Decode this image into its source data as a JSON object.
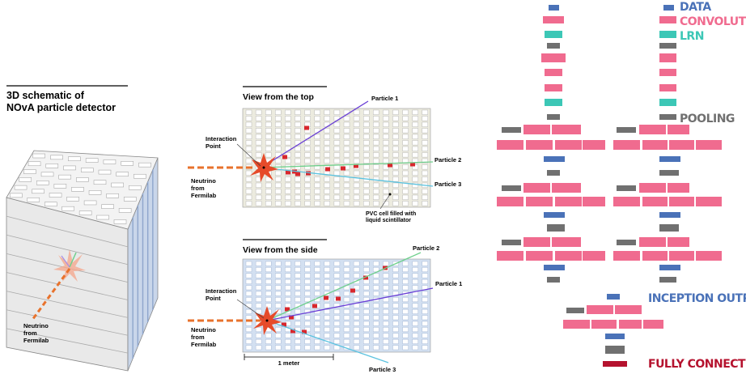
{
  "panel_3d": {
    "title_line1": "3D schematic of",
    "title_line2": "NOvA particle detector",
    "neutrino_l1": "Neutrino",
    "neutrino_l2": "from",
    "neutrino_l3": "Fermilab"
  },
  "top_view": {
    "title": "View from the top",
    "particle1": "Particle 1",
    "particle2": "Particle 2",
    "particle3": "Particle 3",
    "interaction_l1": "Interaction",
    "interaction_l2": "Point",
    "neutrino_l1": "Neutrino",
    "neutrino_l2": "from",
    "neutrino_l3": "Fermilab",
    "pvc_l1": "PVC cell filled with",
    "pvc_l2": "liquid scintillator"
  },
  "side_view": {
    "title": "View from the side",
    "particle1": "Particle 1",
    "particle2": "Particle 2",
    "particle3": "Particle 3",
    "interaction_l1": "Interaction",
    "interaction_l2": "Point",
    "neutrino_l1": "Neutrino",
    "neutrino_l2": "from",
    "neutrino_l3": "Fermilab",
    "scale": "1 meter"
  },
  "cnn_legend": {
    "data": "DATA",
    "convolutions": "CONVOLUTIONS",
    "lrn": "LRN",
    "pooling": "POOLING",
    "inception_output": "INCEPTION OUTPUT",
    "fully_connected": "FULLY CONNECTED"
  },
  "colors": {
    "data": "#4a72b8",
    "convolution": "#f06b8f",
    "lrn": "#3cc7b6",
    "pooling": "#707070",
    "fully_connected": "#b5122e",
    "particle1": "#6a3fd6",
    "particle2": "#6fd08c",
    "particle3": "#5cc3e0",
    "neutrino": "#e8722c"
  }
}
